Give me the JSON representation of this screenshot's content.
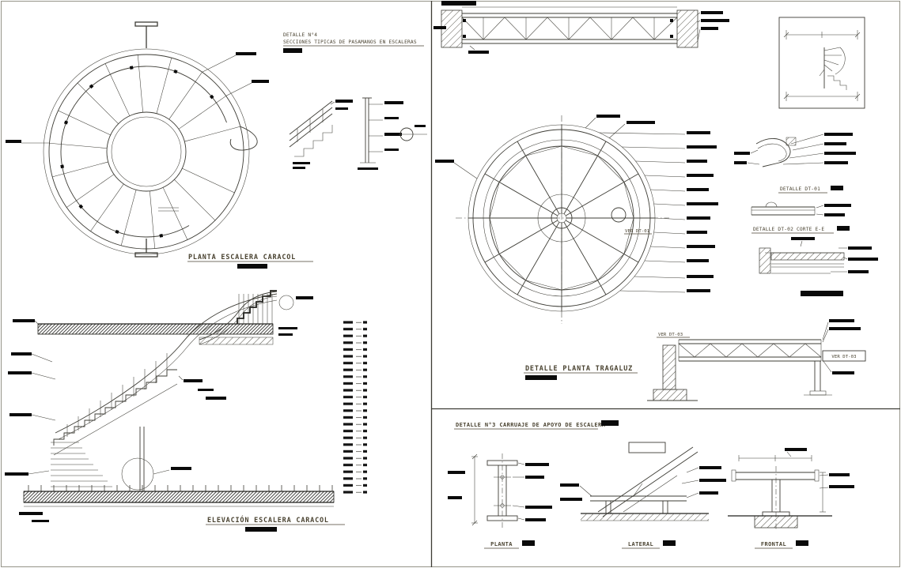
{
  "sheet": {
    "kind": "cad-stair-details-sheet",
    "background": "#ffffff",
    "colors": {
      "line": "#3d3c35",
      "text": "#4a4331",
      "annotation_bar": "#0a0a0a"
    }
  },
  "titles": {
    "detail4_line1": "DETALLE  N°4",
    "detail4_line2": "SECCIONES TIPICAS DE PASAMANOS EN ESCALERAS",
    "plan": "PLANTA ESCALERA CARACOL",
    "elevation": "ELEVACIÓN ESCALERA CARACOL",
    "tragaluz": "DETALLE PLANTA TRAGALUZ",
    "support": "DETALLE N°3 CARRUAJE DE APOYO DE ESCALERA",
    "dt01": "DETALLE DT-01",
    "dt02": "DETALLE DT-02 CORTE E-E"
  },
  "labels": {
    "ver_dt01": "VER DT-01",
    "ver_dt03": "VER DT-03",
    "ver_dt03_box": "VER  DT-03",
    "planta": "PLANTA",
    "lateral": "LATERAL",
    "frontal": "FRONTAL"
  }
}
